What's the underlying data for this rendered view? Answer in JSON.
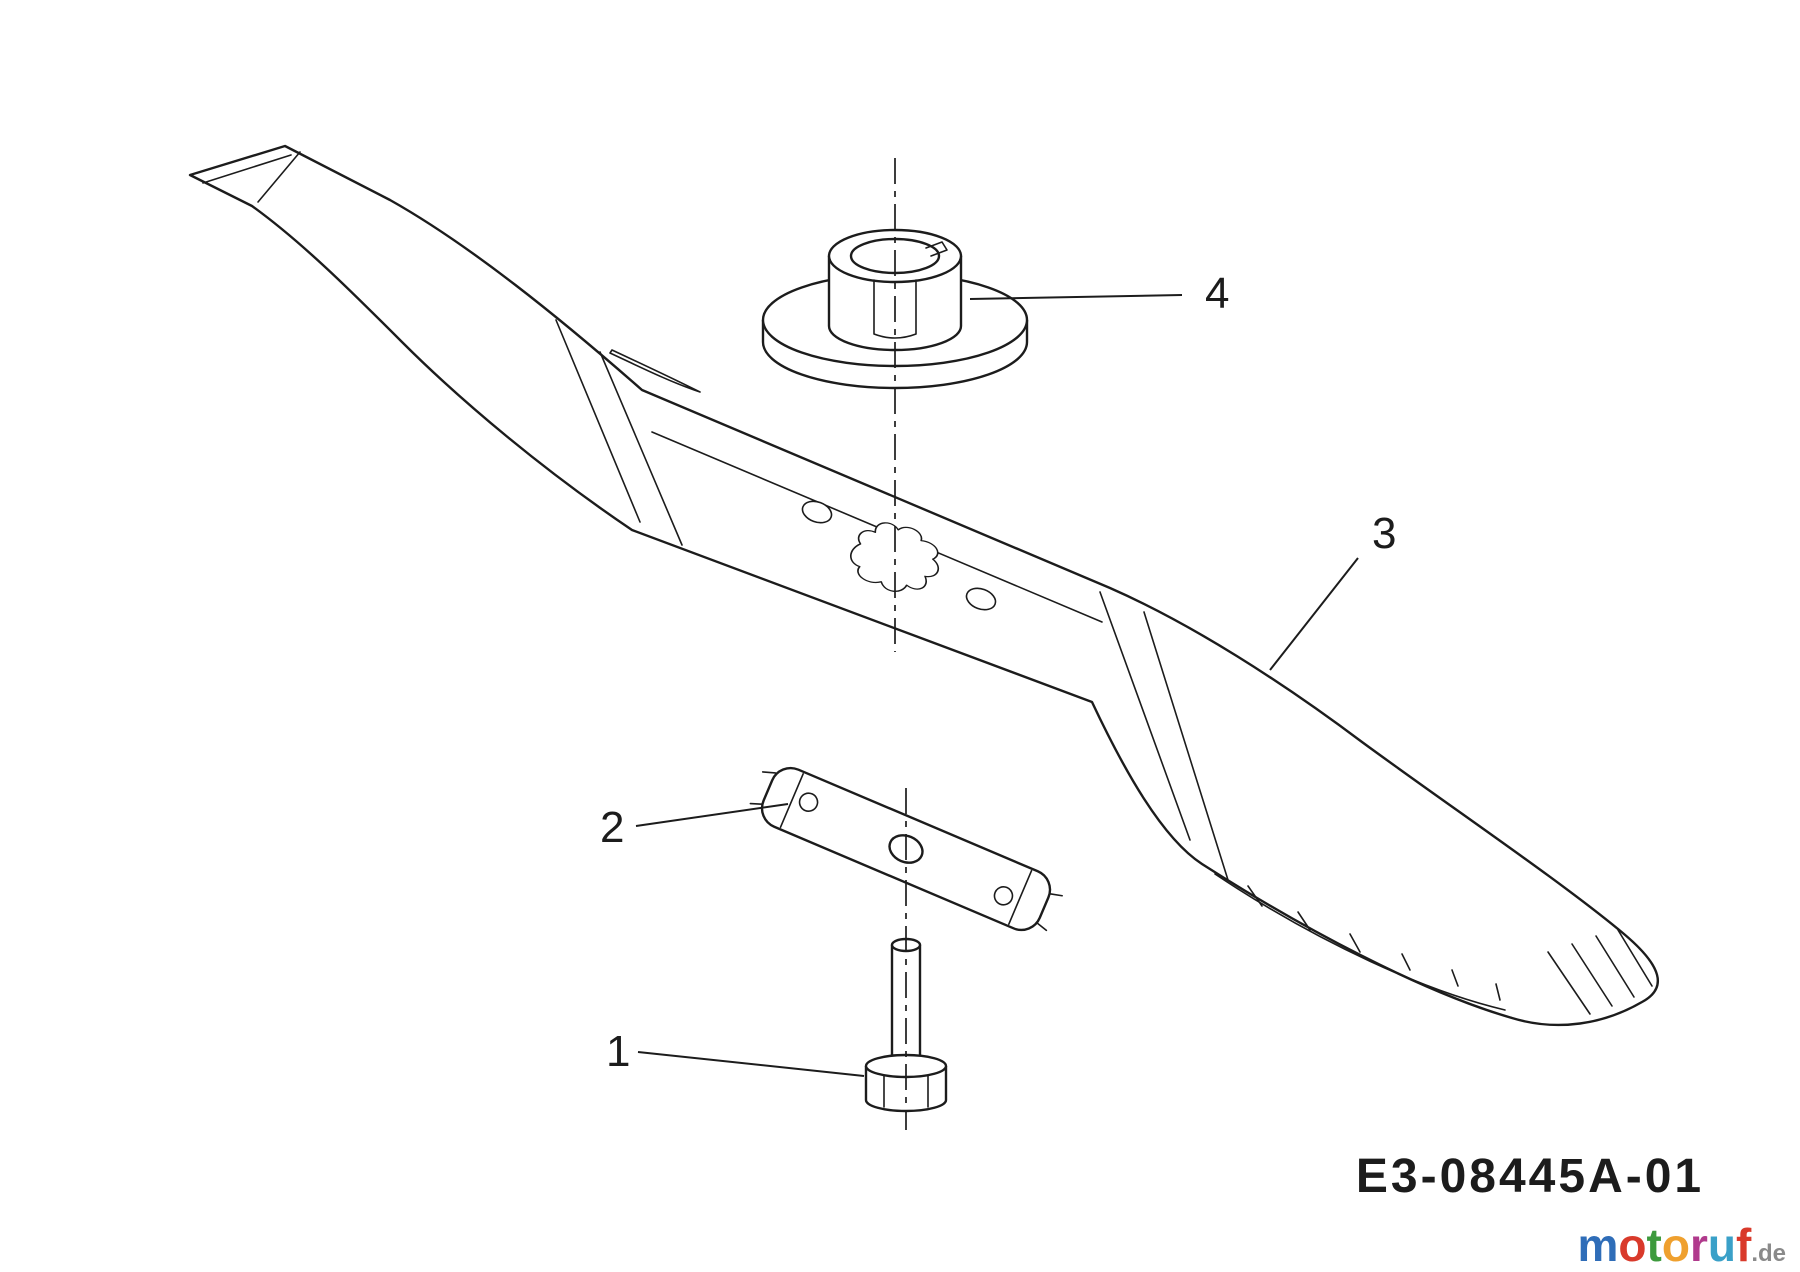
{
  "diagram": {
    "code": "E3-08445A-01",
    "parts": [
      {
        "label": "1"
      },
      {
        "label": "2"
      },
      {
        "label": "3"
      },
      {
        "label": "4"
      }
    ]
  },
  "logo": {
    "letters": [
      {
        "ch": "m",
        "color": "#2f6db8"
      },
      {
        "ch": "o",
        "color": "#d93a2b"
      },
      {
        "ch": "t",
        "color": "#3d9a3d"
      },
      {
        "ch": "o",
        "color": "#efa02e"
      },
      {
        "ch": "r",
        "color": "#b03a8c"
      },
      {
        "ch": "u",
        "color": "#3aa0c8"
      },
      {
        "ch": "f",
        "color": "#d93a2b"
      }
    ],
    "suffix": {
      "text": ".de",
      "color": "#8a8a8a"
    }
  },
  "colors": {
    "line": "#1c1c1c",
    "background": "#ffffff"
  }
}
